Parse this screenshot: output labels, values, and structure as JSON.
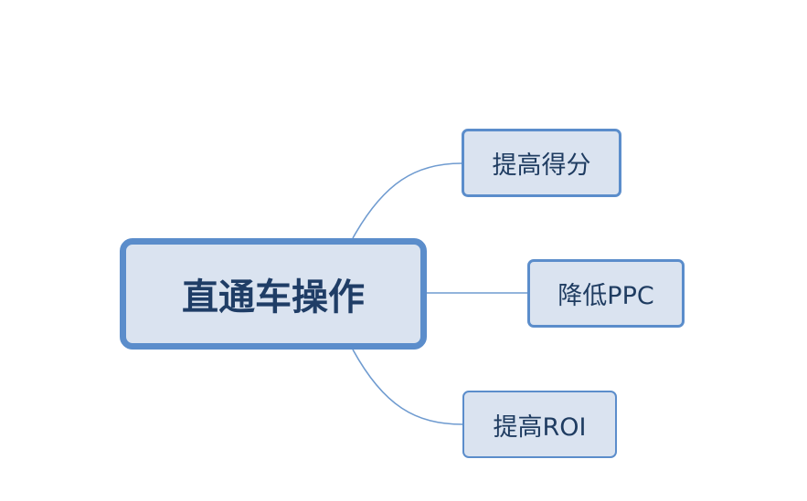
{
  "mindmap": {
    "root": {
      "label": "直通车操作"
    },
    "children": [
      {
        "label": "提高得分"
      },
      {
        "label": "降低PPC"
      },
      {
        "label": "提高ROI"
      }
    ]
  },
  "colors": {
    "node_fill": "#dae3f0",
    "node_border": "#5b8dcb",
    "link": "#6f9bd0",
    "text": "#1f3c61"
  }
}
